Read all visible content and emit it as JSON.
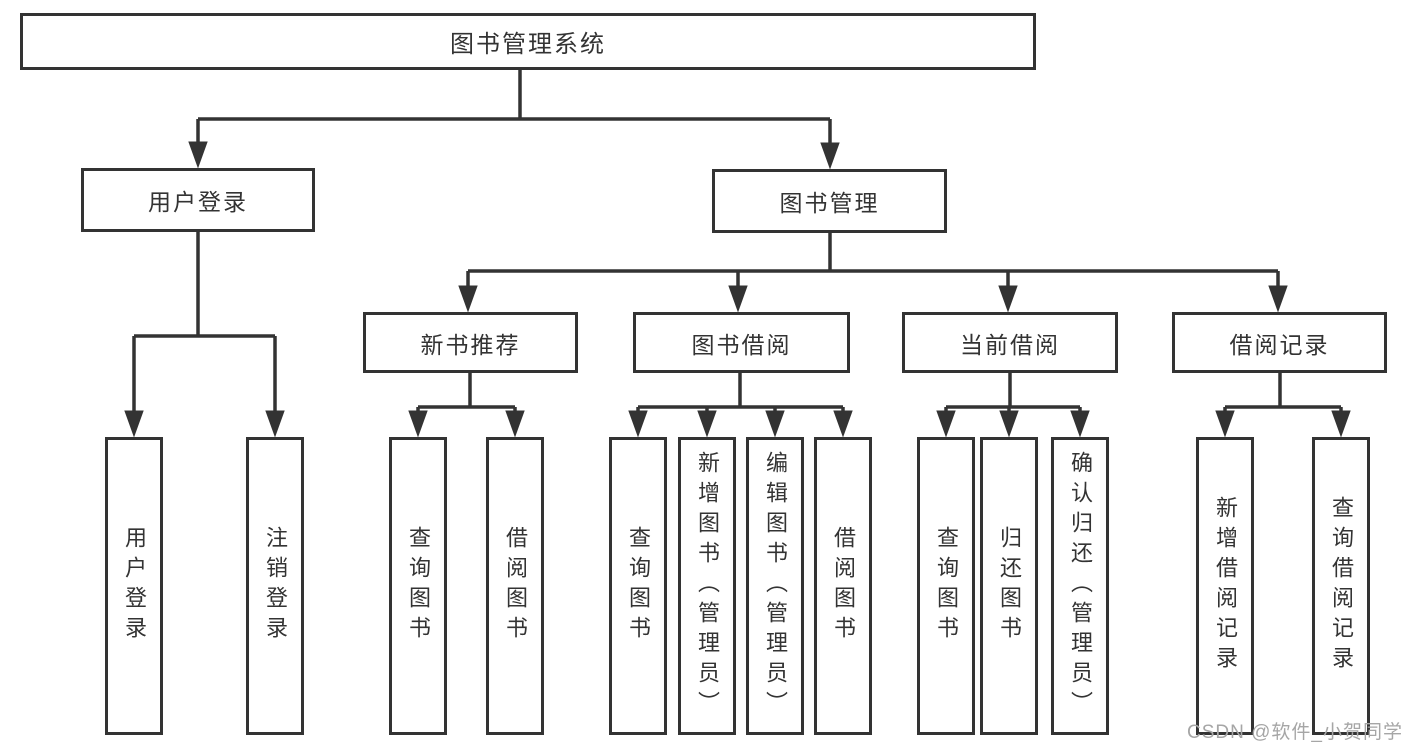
{
  "colors": {
    "line": "#333333",
    "box_border": "#333333",
    "box_background": "#ffffff",
    "page_background": "#ffffff",
    "watermark": "#a6a6a6"
  },
  "watermark": {
    "text": "CSDN @软件_小贺同学"
  },
  "tree": {
    "label": "图书管理系统",
    "children": [
      {
        "label": "用户登录",
        "children": [
          {
            "label": "用户登录"
          },
          {
            "label": "注销登录"
          }
        ]
      },
      {
        "label": "图书管理",
        "children": [
          {
            "label": "新书推荐",
            "children": [
              {
                "label": "查询图书"
              },
              {
                "label": "借阅图书"
              }
            ]
          },
          {
            "label": "图书借阅",
            "children": [
              {
                "label": "查询图书"
              },
              {
                "label": "新增图书（管理员）"
              },
              {
                "label": "编辑图书（管理员）"
              },
              {
                "label": "借阅图书"
              }
            ]
          },
          {
            "label": "当前借阅",
            "children": [
              {
                "label": "查询图书"
              },
              {
                "label": "归还图书"
              },
              {
                "label": "确认归还（管理员）"
              }
            ]
          },
          {
            "label": "借阅记录",
            "children": [
              {
                "label": "新增借阅记录"
              },
              {
                "label": "查询借阅记录"
              }
            ]
          }
        ]
      }
    ]
  }
}
